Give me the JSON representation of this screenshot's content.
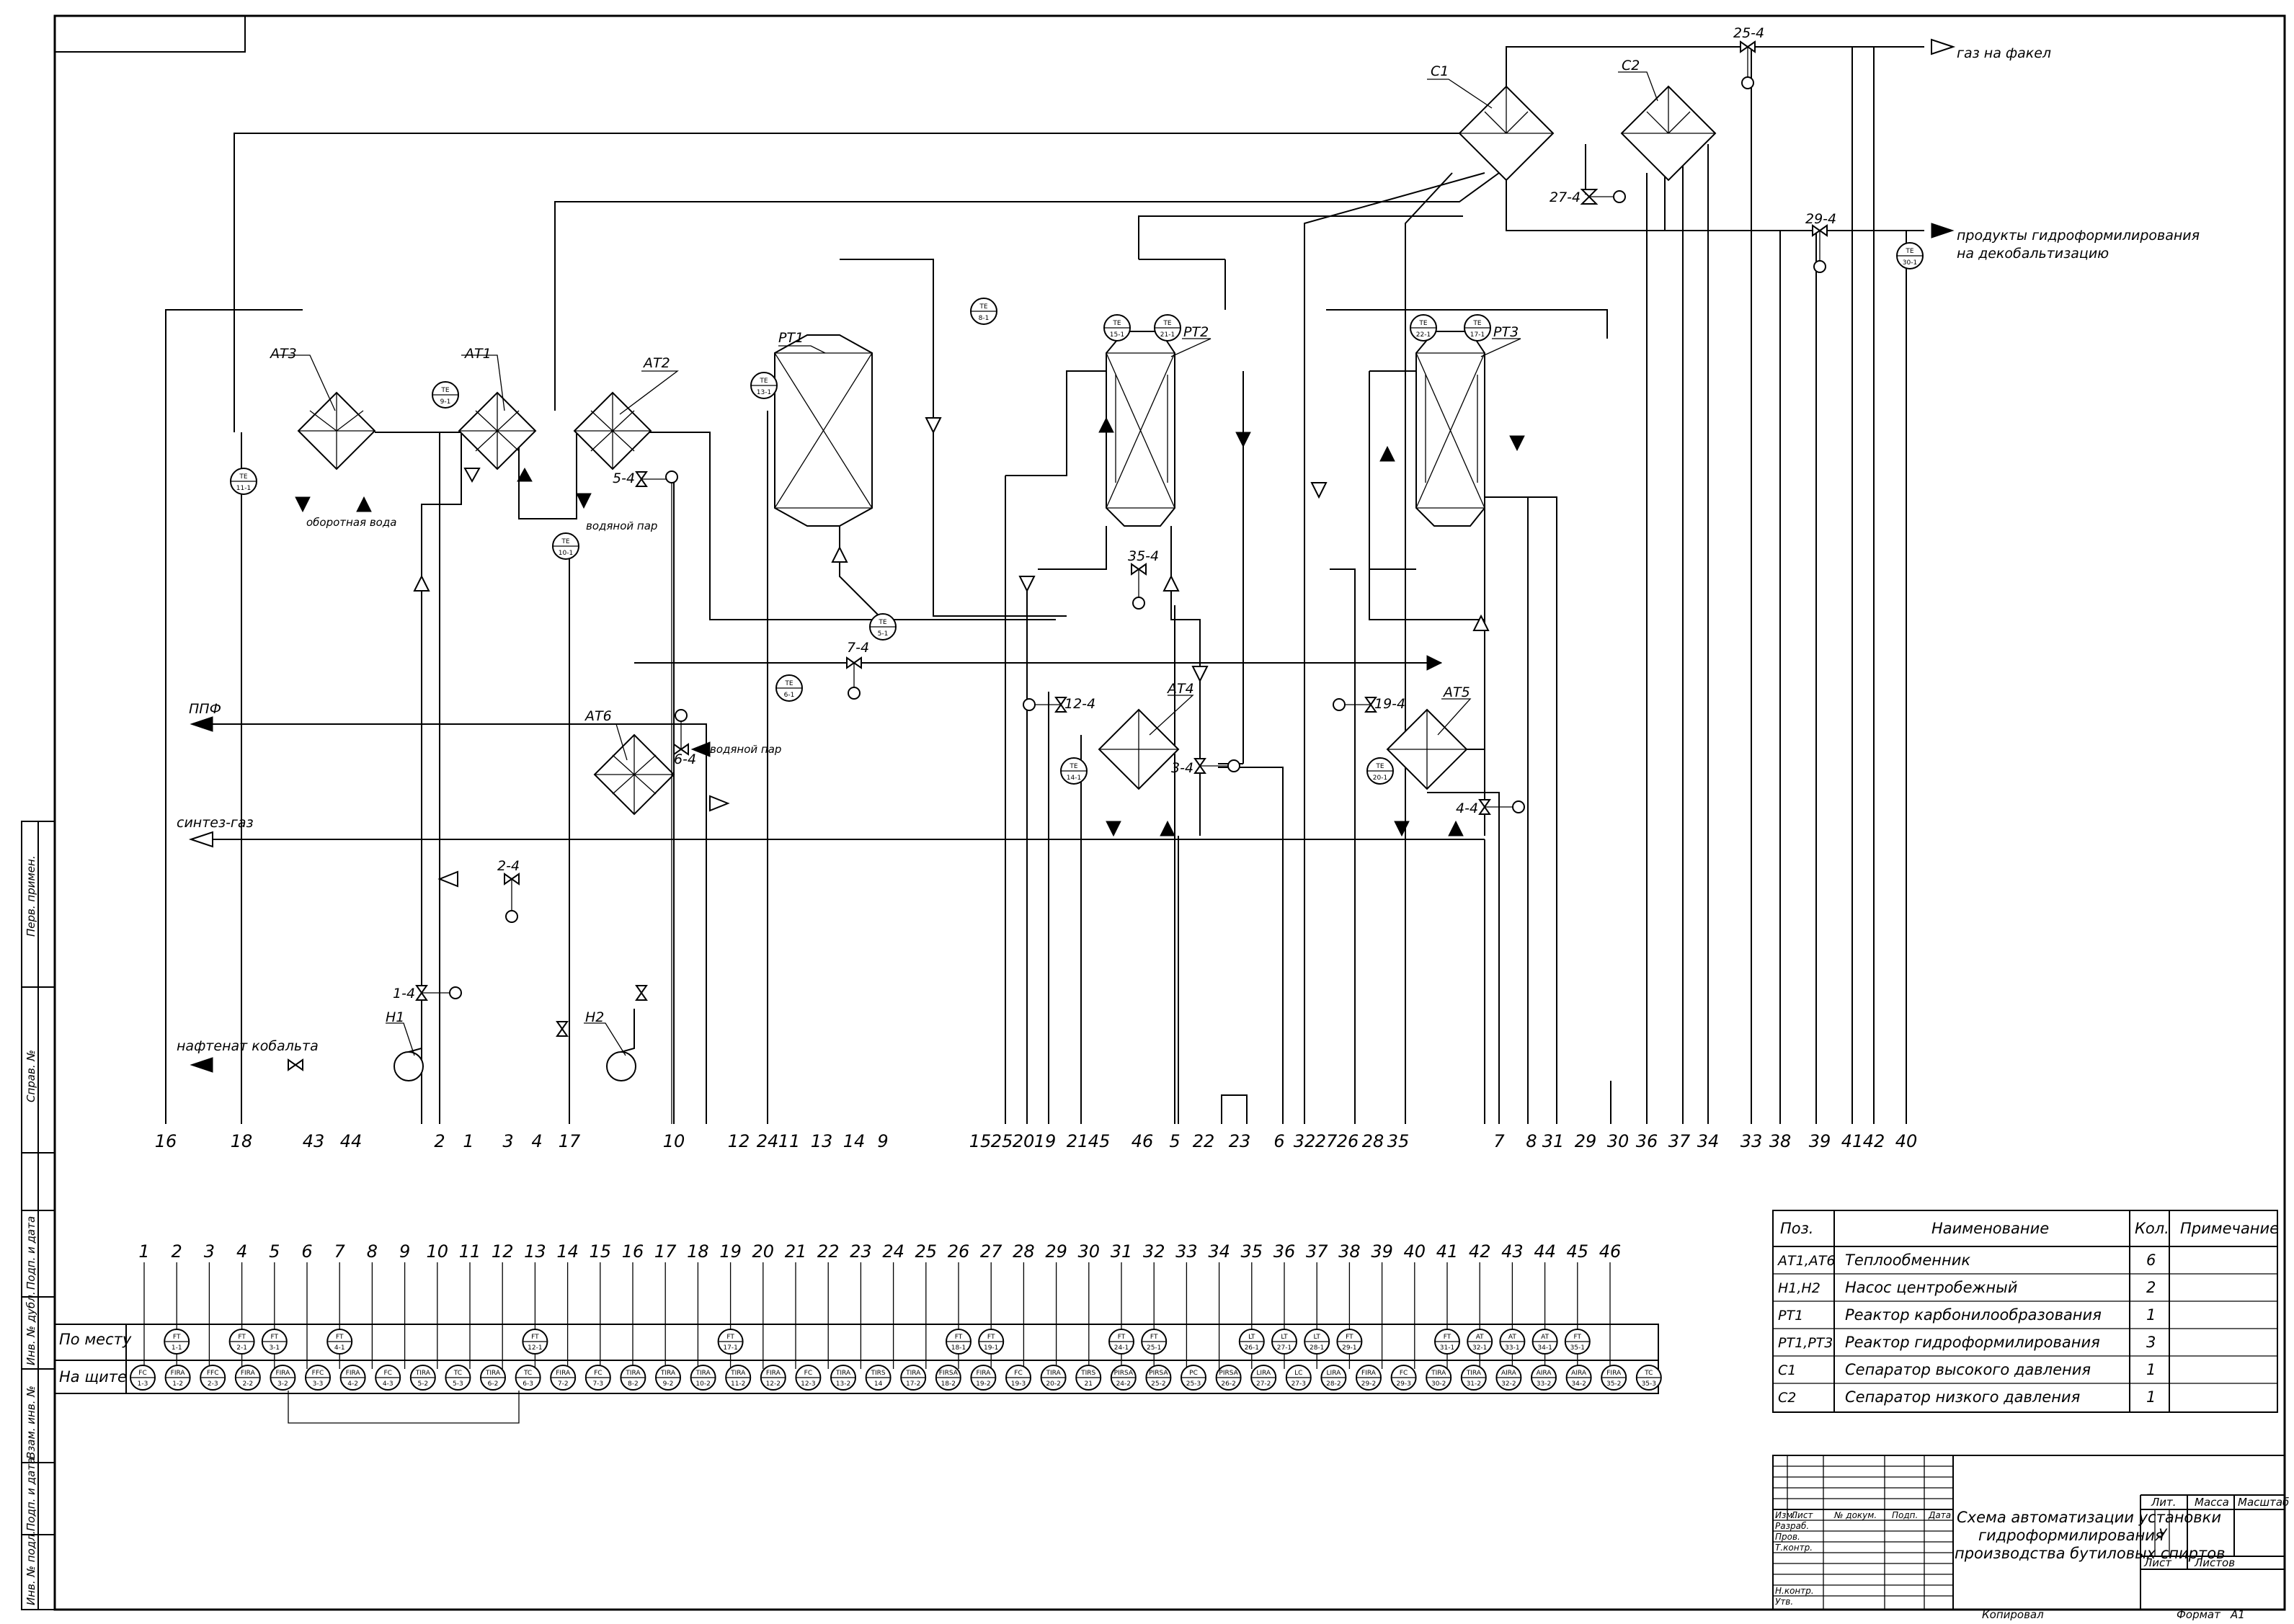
{
  "equipment": {
    "AT1": "АТ1",
    "AT2": "АТ2",
    "AT3": "АТ3",
    "AT4": "АТ4",
    "AT5": "АТ5",
    "AT6": "АТ6",
    "RT1": "РТ1",
    "RT2": "РТ2",
    "RT3": "РТ3",
    "C1": "С1",
    "C2": "С2",
    "H1": "Н1",
    "H2": "Н2"
  },
  "streams": {
    "gas_flare": "газ на факел",
    "products_1": "продукты гидроформилирования",
    "products_2": "на декобальтизацию",
    "ppf": "ППФ",
    "syngas": "синтез-газ",
    "naphthenate": "нафтенат кобальта",
    "cooling_water": "оборотная вода",
    "steam_1": "водяной пар",
    "steam_2": "водяной пар"
  },
  "valves": {
    "v1": "1-4",
    "v2": "2-4",
    "v3": "3-4",
    "v4": "4-4",
    "v5": "5-4",
    "v6": "6-4",
    "v7": "7-4",
    "v12": "12-4",
    "v19": "19-4",
    "v25": "25-4",
    "v27": "27-4",
    "v29": "29-4",
    "v35": "35-4"
  },
  "field_instruments": [
    {
      "top": "TE",
      "bot": "11-1"
    },
    {
      "top": "TE",
      "bot": "9-1"
    },
    {
      "top": "TE",
      "bot": "10-1"
    },
    {
      "top": "TE",
      "bot": "13-1"
    },
    {
      "top": "TE",
      "bot": "6-1"
    },
    {
      "top": "TE",
      "bot": "8-1"
    },
    {
      "top": "TE",
      "bot": "5-1"
    },
    {
      "top": "TE",
      "bot": "14-1"
    },
    {
      "top": "TE",
      "bot": "15-1"
    },
    {
      "top": "TE",
      "bot": "21-1"
    },
    {
      "top": "TE",
      "bot": "22-1"
    },
    {
      "top": "TE",
      "bot": "17-1"
    },
    {
      "top": "TE",
      "bot": "20-1"
    },
    {
      "top": "TE",
      "bot": "30-1"
    }
  ],
  "line_numbers": [
    "16",
    "18",
    "43",
    "44",
    "2",
    "1",
    "3",
    "4",
    "17",
    "10",
    "12",
    "24",
    "11",
    "13",
    "14",
    "9",
    "15",
    "25",
    "20",
    "19",
    "21",
    "45",
    "46",
    "5",
    "22",
    "23",
    "6",
    "32",
    "27",
    "26",
    "28",
    "35",
    "7",
    "8",
    "31",
    "29",
    "30",
    "36",
    "37",
    "34",
    "33",
    "38",
    "39",
    "41",
    "42",
    "40"
  ],
  "panel": {
    "row_field": "По месту",
    "row_board": "На щите",
    "numbers": [
      "1",
      "2",
      "3",
      "4",
      "5",
      "6",
      "7",
      "8",
      "9",
      "10",
      "11",
      "12",
      "13",
      "14",
      "15",
      "16",
      "17",
      "18",
      "19",
      "20",
      "21",
      "22",
      "23",
      "24",
      "25",
      "26",
      "27",
      "28",
      "29",
      "30",
      "31",
      "32",
      "33",
      "34",
      "35",
      "36",
      "37",
      "38",
      "39",
      "40",
      "41",
      "42",
      "43",
      "44",
      "45",
      "46"
    ],
    "field_devices": [
      {
        "top": "FT",
        "bot": "1-1"
      },
      {
        "top": "FT",
        "bot": "2-1"
      },
      {
        "top": "FT",
        "bot": "3-1"
      },
      {
        "top": "FT",
        "bot": "4-1"
      },
      {
        "top": "FT",
        "bot": "12-1"
      },
      {
        "top": "FT",
        "bot": "17-1"
      },
      {
        "top": "FT",
        "bot": "18-1"
      },
      {
        "top": "FT",
        "bot": "19-1"
      },
      {
        "top": "FT",
        "bot": "24-1"
      },
      {
        "top": "FT",
        "bot": "25-1"
      },
      {
        "top": "LT",
        "bot": "26-1"
      },
      {
        "top": "LT",
        "bot": "27-1"
      },
      {
        "top": "LT",
        "bot": "28-1"
      },
      {
        "top": "FT",
        "bot": "29-1"
      },
      {
        "top": "FT",
        "bot": "31-1"
      },
      {
        "top": "AT",
        "bot": "32-1"
      },
      {
        "top": "AT",
        "bot": "33-1"
      },
      {
        "top": "AT",
        "bot": "34-1"
      },
      {
        "top": "FT",
        "bot": "35-1"
      }
    ],
    "board_devices": [
      {
        "top": "FC",
        "bot": "1-3"
      },
      {
        "top": "FIRA",
        "bot": "1-2"
      },
      {
        "top": "FFC",
        "bot": "2-3"
      },
      {
        "top": "FIRA",
        "bot": "2-2"
      },
      {
        "top": "FIRA",
        "bot": "3-2"
      },
      {
        "top": "FFC",
        "bot": "3-3"
      },
      {
        "top": "FIRA",
        "bot": "4-2"
      },
      {
        "top": "FC",
        "bot": "4-3"
      },
      {
        "top": "TIRA",
        "bot": "5-2"
      },
      {
        "top": "TC",
        "bot": "5-3"
      },
      {
        "top": "TIRA",
        "bot": "6-2"
      },
      {
        "top": "TC",
        "bot": "6-3"
      },
      {
        "top": "FIRA",
        "bot": "7-2"
      },
      {
        "top": "FC",
        "bot": "7-3"
      },
      {
        "top": "TIRA",
        "bot": "8-2"
      },
      {
        "top": "TIRA",
        "bot": "9-2"
      },
      {
        "top": "TIRA",
        "bot": "10-2"
      },
      {
        "top": "TIRA",
        "bot": "11-2"
      },
      {
        "top": "FIRA",
        "bot": "12-2"
      },
      {
        "top": "FC",
        "bot": "12-3"
      },
      {
        "top": "TIRA",
        "bot": "13-2"
      },
      {
        "top": "TIRS",
        "bot": "14"
      },
      {
        "top": "TIRA",
        "bot": "17-2"
      },
      {
        "top": "FIRSA",
        "bot": "18-2"
      },
      {
        "top": "FIRA",
        "bot": "19-2"
      },
      {
        "top": "FC",
        "bot": "19-3"
      },
      {
        "top": "TIRA",
        "bot": "20-2"
      },
      {
        "top": "TIRS",
        "bot": "21"
      },
      {
        "top": "PIRSA",
        "bot": "24-2"
      },
      {
        "top": "PIRSA",
        "bot": "25-2"
      },
      {
        "top": "PC",
        "bot": "25-3"
      },
      {
        "top": "PIRSA",
        "bot": "26-2"
      },
      {
        "top": "LIRA",
        "bot": "27-2"
      },
      {
        "top": "LC",
        "bot": "27-3"
      },
      {
        "top": "LIRA",
        "bot": "28-2"
      },
      {
        "top": "FIRA",
        "bot": "29-2"
      },
      {
        "top": "FC",
        "bot": "29-3"
      },
      {
        "top": "TIRA",
        "bot": "30-2"
      },
      {
        "top": "TIRA",
        "bot": "31-2"
      },
      {
        "top": "AIRA",
        "bot": "32-2"
      },
      {
        "top": "AIRA",
        "bot": "33-2"
      },
      {
        "top": "AIRA",
        "bot": "34-2"
      },
      {
        "top": "FIRA",
        "bot": "35-2"
      },
      {
        "top": "TC",
        "bot": "35-3"
      }
    ]
  },
  "spec_table": {
    "headers": [
      "Поз.",
      "Наименование",
      "Кол.",
      "Примечание"
    ],
    "rows": [
      [
        "АТ1,АТ6",
        "Теплообменник",
        "6",
        ""
      ],
      [
        "Н1,Н2",
        "Насос центробежный",
        "2",
        ""
      ],
      [
        "РТ1",
        "Реактор карбонилообразования",
        "1",
        ""
      ],
      [
        "РТ1,РТ3",
        "Реактор гидроформилирования",
        "3",
        ""
      ],
      [
        "С1",
        "Сепаратор высокого давления",
        "1",
        ""
      ],
      [
        "С2",
        "Сепаратор низкого давления",
        "1",
        ""
      ]
    ]
  },
  "title_block": {
    "title_1": "Схема автоматизации установки",
    "title_2": "гидроформилирования",
    "title_3": "производства бутиловых спиртов",
    "lit": "Лит.",
    "mass": "Масса",
    "scale": "Масштаб",
    "lit_value": "У",
    "sheet": "Лист",
    "sheets": "Листов",
    "rows": [
      "Изм.",
      "Лист",
      "№ докум.",
      "Подп.",
      "Дата"
    ],
    "roles": [
      "Разраб.",
      "Пров.",
      "Т.контр.",
      "Н.контр.",
      "Утв."
    ],
    "copied": "Копировал",
    "format_label": "Формат",
    "format_value": "А1"
  },
  "side_stamps": [
    "Перв. примен.",
    "Справ. №",
    "Подп. и дата",
    "Инв. № дубл.",
    "Взам. инв. №",
    "Подп. и дата",
    "Инв. № подл."
  ]
}
